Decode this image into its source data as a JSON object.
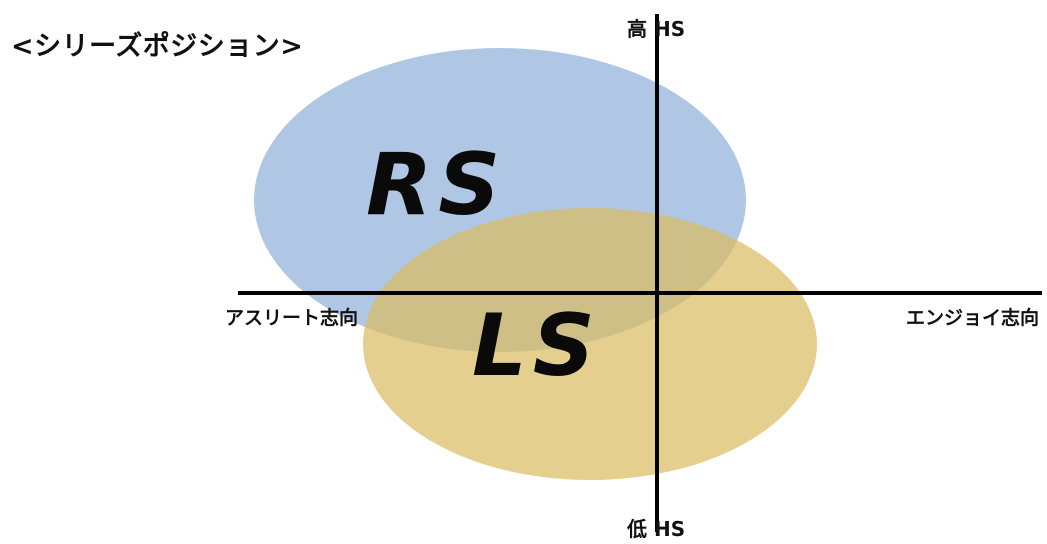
{
  "title": "<シリーズポジション>",
  "axes": {
    "top": "高 HS",
    "bottom": "低 HS",
    "left": "アスリート志向",
    "right": "エンジョイ志向"
  },
  "series": [
    {
      "label": "RS",
      "color": "#7ea4d4"
    },
    {
      "label": "LS",
      "color": "#dcc16a"
    }
  ],
  "colors": {
    "axis": "#000000",
    "overlap": "#a2a77a"
  }
}
